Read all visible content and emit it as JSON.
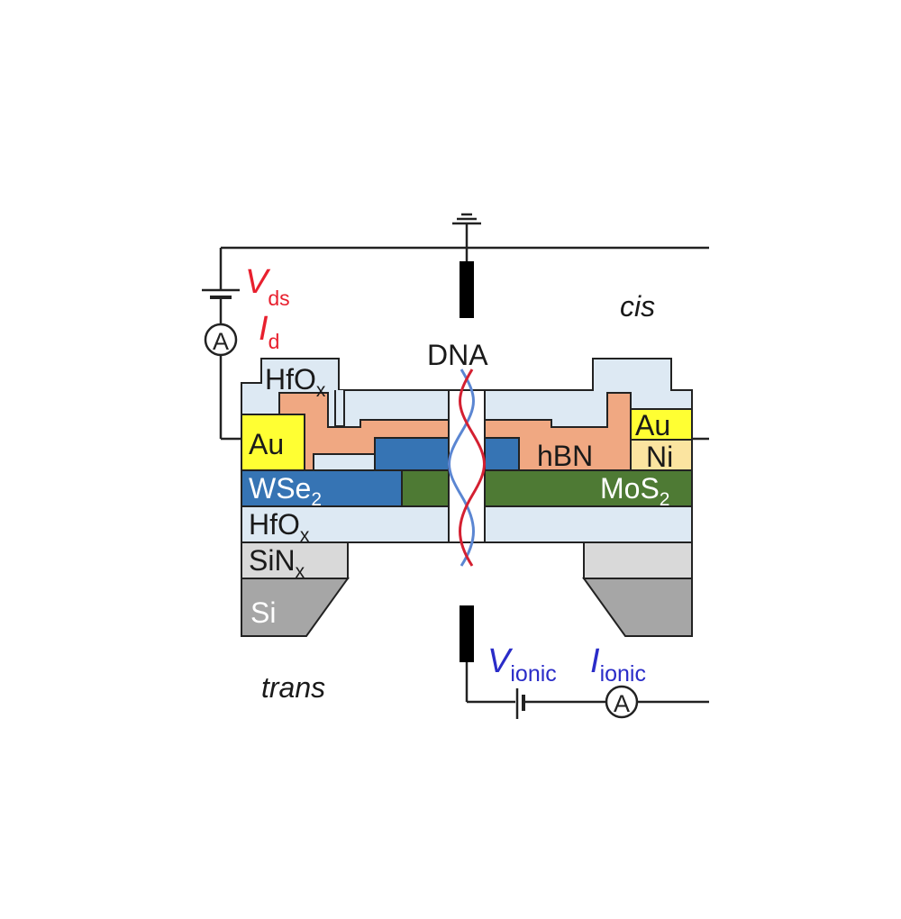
{
  "labels": {
    "cis": "cis",
    "trans": "trans",
    "dna": "DNA",
    "hfox_top": {
      "main": "HfO",
      "sub": "x"
    },
    "hfox_bottom": {
      "main": "HfO",
      "sub": "x"
    },
    "au_left": "Au",
    "au_right": "Au",
    "ni": "Ni",
    "wse2": {
      "main": "WSe",
      "sub": "2"
    },
    "mos2": {
      "main": "MoS",
      "sub": "2"
    },
    "hbn": "hBN",
    "sinx": {
      "main": "SiN",
      "sub": "x"
    },
    "si": "Si",
    "v_ds": {
      "main": "V",
      "sub": "ds"
    },
    "i_d": {
      "main": "I",
      "sub": "d"
    },
    "v_ionic": {
      "main": "V",
      "sub": "ionic"
    },
    "i_ionic": {
      "main": "I",
      "sub": "ionic"
    },
    "ammeter_symbol": "A"
  },
  "colors": {
    "hfox": "#dde9f3",
    "au": "#ffff33",
    "ni": "#fbe4a0",
    "wse2": "#3674b4",
    "mos2": "#4e7a34",
    "hbn": "#f0a882",
    "sinx": "#d9d9d9",
    "si": "#a6a6a6",
    "dna_strand_red": "#d42031",
    "dna_strand_blue": "#5b86d2",
    "red_text": "#e8202e",
    "blue_text": "#2a2cc8",
    "wire": "#222222"
  }
}
